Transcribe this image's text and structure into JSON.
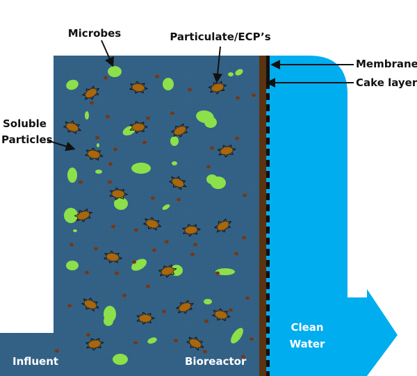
{
  "labels": {
    "microbes": "Microbes",
    "particulate": "Particulate/ECP’s",
    "membrane": "Membrane",
    "cake_layer": "Cake layer",
    "soluble_line1": "Soluble",
    "soluble_line2": "Particles",
    "influent": "Influent",
    "bioreactor": "Bioreactor",
    "clean_line1": "Clean",
    "clean_line2": "Water"
  },
  "colors": {
    "bioreactor": "#336287",
    "membrane": "#5a3311",
    "clean_water": "#00adef",
    "microbe": "#8ce04a",
    "particulate": "#a8670e",
    "soluble": "#7a3512"
  }
}
